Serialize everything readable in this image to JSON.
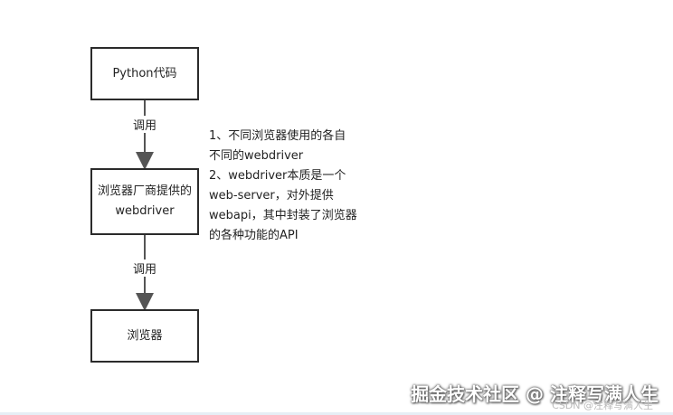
{
  "nodes": {
    "python_code": {
      "label": "Python代码"
    },
    "driver": {
      "line1": "浏览器厂商提供的",
      "line2": "webdriver"
    },
    "browser": {
      "label": "浏览器"
    }
  },
  "edges": {
    "call_1": {
      "label": "调用"
    },
    "call_2": {
      "label": "调用"
    }
  },
  "notes": [
    "1、不同浏览器使用的各自",
    "不同的webdriver",
    "2、webdriver本质是一个",
    "web-server，对外提供",
    "webapi，其中封装了浏览器",
    "的各种功能的API"
  ],
  "watermark": {
    "main": "掘金技术社区 @ 注释写满人生",
    "small": "CSDN @注释写满人生"
  },
  "colors": {
    "stroke": "#2b2b2b",
    "arrow": "#555555"
  }
}
